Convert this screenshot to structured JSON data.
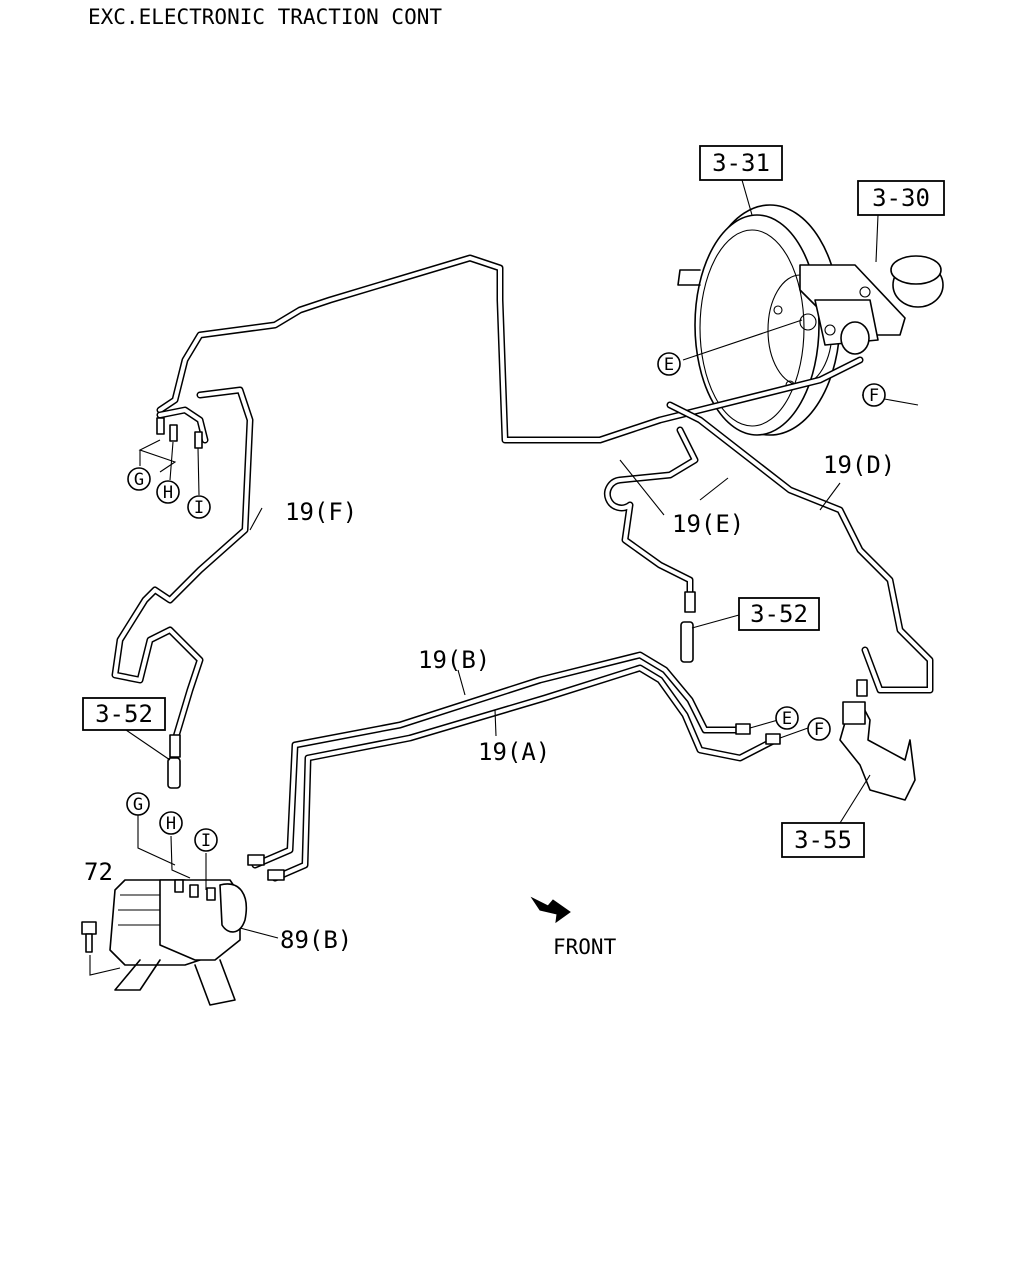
{
  "header": {
    "title": "EXC.ELECTRONIC TRACTION CONT"
  },
  "parts": {
    "booster": "3-31",
    "master_cylinder": "3-30",
    "hose_left": "3-52",
    "hose_right": "3-52",
    "bracket": "3-55",
    "bolt": "72",
    "abs_unit": "89(B)"
  },
  "pipes": {
    "a": "19(A)",
    "b": "19(B)",
    "d": "19(D)",
    "e": "19(E)",
    "f": "19(F)"
  },
  "markers": {
    "e": "E",
    "f": "F",
    "g": "G",
    "h": "H",
    "i": "I"
  },
  "direction": {
    "label": "FRONT"
  }
}
